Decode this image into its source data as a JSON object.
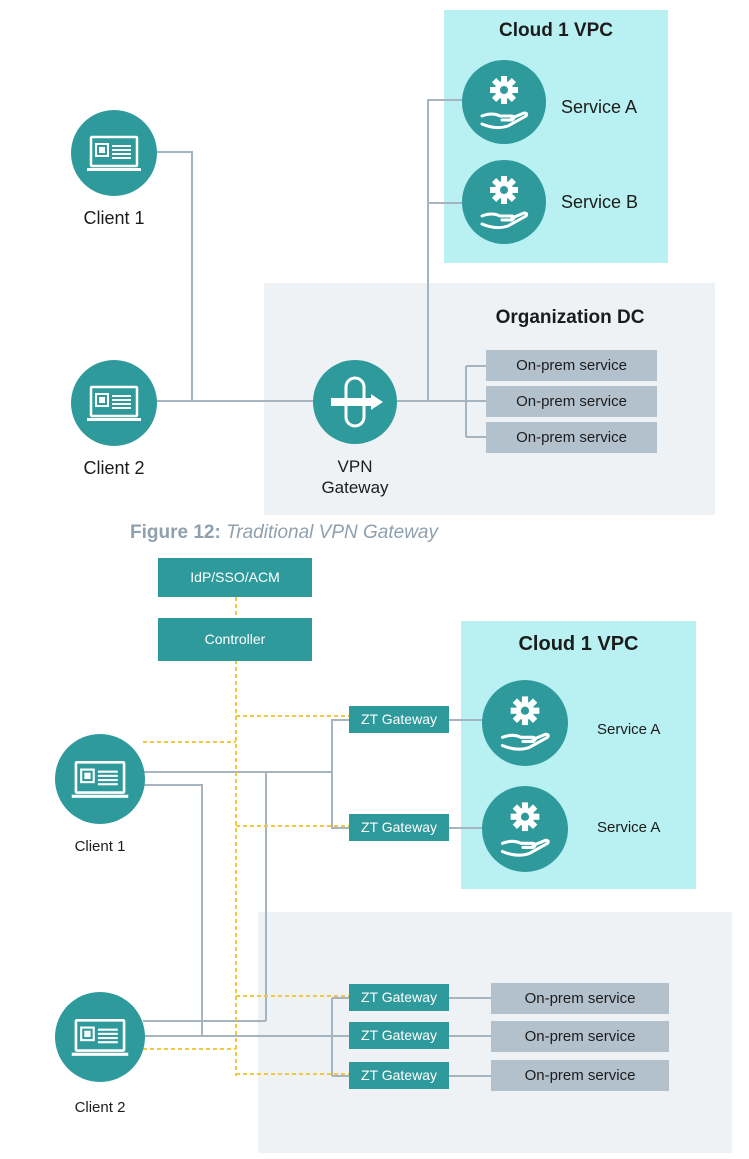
{
  "top": {
    "cloud_title": "Cloud 1 VPC",
    "dc_title": "Organization DC",
    "clients": [
      "Client 1",
      "Client 2"
    ],
    "services": [
      "Service A",
      "Service B"
    ],
    "gateway_label_line1": "VPN",
    "gateway_label_line2": "Gateway",
    "onprem": [
      "On-prem service",
      "On-prem service",
      "On-prem service"
    ]
  },
  "caption": {
    "number": "Figure 12:",
    "title": "Traditional VPN Gateway"
  },
  "bottom": {
    "idp_label": "IdP/SSO/ACM",
    "controller_label": "Controller",
    "cloud_title": "Cloud 1 VPC",
    "clients": [
      "Client 1",
      "Client 2"
    ],
    "services": [
      "Service A",
      "Service A"
    ],
    "zt_gateways": [
      "ZT Gateway",
      "ZT Gateway",
      "ZT Gateway",
      "ZT Gateway",
      "ZT Gateway"
    ],
    "onprem": [
      "On-prem service",
      "On-prem service",
      "On-prem service"
    ]
  },
  "colors": {
    "teal": "#2f9a9c",
    "cloud_bg": "#b9f0f2",
    "dc_bg": "#eef2f5",
    "onprem_bg": "#b3c1cd",
    "wire": "#a6b4c0",
    "control_wire": "#f2c744"
  },
  "icons": {
    "client": "laptop-icon",
    "service": "service-gear-hand-icon",
    "gateway": "vpn-gateway-icon"
  }
}
